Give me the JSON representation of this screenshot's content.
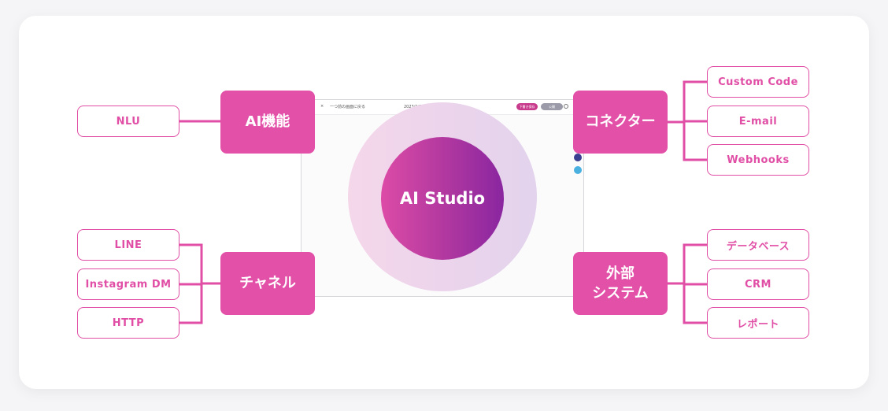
{
  "center": {
    "label": "AI Studio"
  },
  "screen": {
    "close_glyph": "×",
    "back_text": "一つ前の画面に戻る",
    "date_text": "2023/2/08 13:31_シナリオ",
    "save_label": "下書き保存",
    "publish_label": "公開"
  },
  "hubs": {
    "ai": {
      "label": "AI機能"
    },
    "channel": {
      "label": "チャネル"
    },
    "connector": {
      "label": "コネクター"
    },
    "external": {
      "line1": "外部",
      "line2": "システム"
    }
  },
  "leaves": {
    "nlu": "NLU",
    "line": "LINE",
    "instagram": "Instagram DM",
    "http": "HTTP",
    "custom_code": "Custom Code",
    "email": "E-mail",
    "webhooks": "Webhooks",
    "database": "データベース",
    "crm": "CRM",
    "report": "レポート"
  },
  "colors": {
    "accent": "#e350a8",
    "gradient_start": "#dc4ba6",
    "gradient_end": "#8a26a0",
    "halo": "#ead4ec"
  }
}
